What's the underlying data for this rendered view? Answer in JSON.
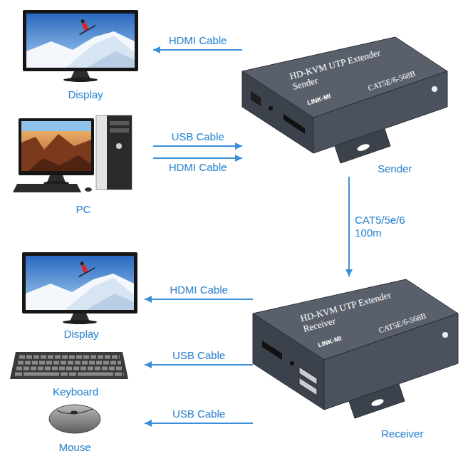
{
  "diagram": {
    "nodes": [
      {
        "text": [
          "Display"
        ]
      },
      {
        "text": [
          "LINK-MI",
          "HD-KVM UTP Extender Sender",
          "CAT5E/6-568B",
          "Sender"
        ]
      },
      {
        "text": [
          "PC"
        ]
      },
      {
        "text": [
          "Display"
        ]
      },
      {
        "text": [
          "LINK-MI",
          "HD-KVM UTP Extender Receiver",
          "CAT5E/6-568B",
          "Receiver"
        ]
      },
      {
        "text": [
          "Keyboard"
        ]
      },
      {
        "text": [
          "Mouse"
        ]
      }
    ],
    "edges": [
      {
        "from": 1,
        "to": 0,
        "arrow": "to",
        "label": "HDMI Cable"
      },
      {
        "from": 2,
        "to": 1,
        "arrow": "to",
        "label": "USB Cable"
      },
      {
        "from": 2,
        "to": 1,
        "arrow": "to",
        "label": "HDMI Cable"
      },
      {
        "from": 1,
        "to": 4,
        "arrow": "to",
        "label": "CAT5/5e/6 100m"
      },
      {
        "from": 4,
        "to": 3,
        "arrow": "to",
        "label": "HDMI Cable"
      },
      {
        "from": 4,
        "to": 5,
        "arrow": "to",
        "label": "USB Cable"
      },
      {
        "from": 4,
        "to": 6,
        "arrow": "to",
        "label": "USB Cable"
      }
    ]
  }
}
